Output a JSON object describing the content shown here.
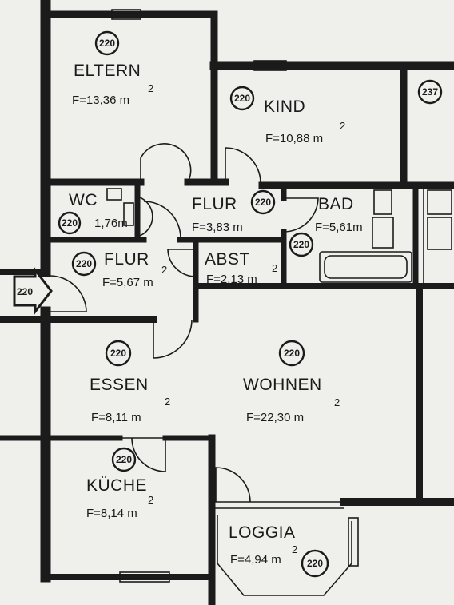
{
  "rooms": {
    "eltern": {
      "name": "ELTERN",
      "area": "F=13,36 m",
      "sup": "2",
      "badge": "220"
    },
    "kind": {
      "name": "KIND",
      "area": "F=10,88 m",
      "sup": "2",
      "badge": "220"
    },
    "neighbor": {
      "badge": "237"
    },
    "wc": {
      "name": "WC",
      "area": "1,76m",
      "badge": "220"
    },
    "flur1": {
      "name": "FLUR",
      "area": "F=3,83 m",
      "badge": "220"
    },
    "bad": {
      "name": "BAD",
      "area": "F=5,61m",
      "badge": "220"
    },
    "flur2": {
      "name": "FLUR",
      "area": "F=5,67 m",
      "sup": "2",
      "badge": "220"
    },
    "abst": {
      "name": "ABST",
      "area": "F=2,13 m",
      "sup": "2"
    },
    "entry": {
      "badge": "220"
    },
    "essen": {
      "name": "ESSEN",
      "area": "F=8,11 m",
      "sup": "2",
      "badge": "220"
    },
    "wohnen": {
      "name": "WOHNEN",
      "area": "F=22,30 m",
      "sup": "2",
      "badge": "220"
    },
    "kueche": {
      "name": "KÜCHE",
      "area": "F=8,14 m",
      "sup": "2",
      "badge": "220"
    },
    "loggia": {
      "name": "LOGGIA",
      "area": "F=4,94 m",
      "sup": "2",
      "badge": "220"
    }
  }
}
